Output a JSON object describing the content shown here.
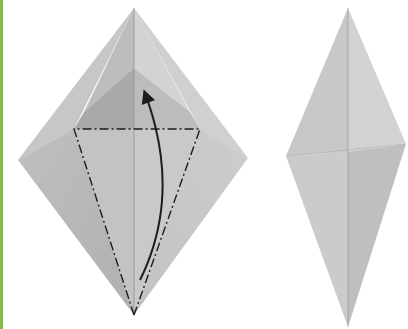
{
  "figure": {
    "steps": [
      {
        "name": "step-before",
        "fold": "valley-fold-up",
        "crease_line_style": "dash-dot",
        "arrow": "curved-fold-arrow"
      },
      {
        "name": "step-after",
        "result": "diamond-shape"
      }
    ]
  },
  "colors": {
    "paper_light": "#c8c8c8",
    "paper_mid": "#b5b5b5",
    "paper_dark": "#a8a8a8",
    "crease": "#8f8f8f",
    "line": "#1c1c1c",
    "accent_bar": "#7bc043",
    "background": "#ffffff"
  }
}
